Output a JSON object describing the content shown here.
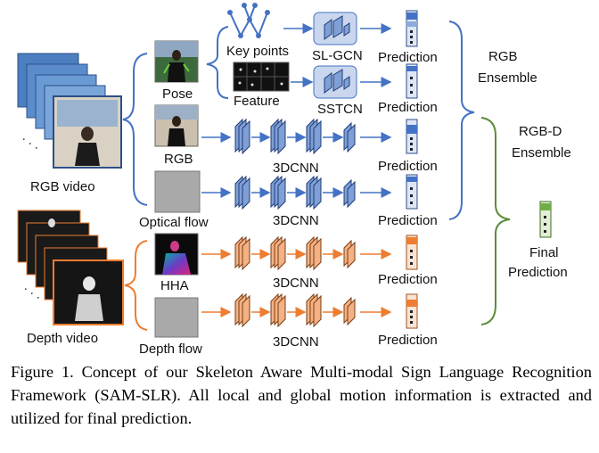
{
  "labels": {
    "rgb_video": "RGB video",
    "depth_video": "Depth video",
    "pose": "Pose",
    "rgb": "RGB",
    "optical_flow": "Optical flow",
    "hha": "HHA",
    "depth_flow": "Depth flow",
    "key_points": "Key points",
    "feature": "Feature",
    "slgcn": "SL-GCN",
    "sstcn": "SSTCN",
    "cnn": "3DCNN",
    "prediction": "Prediction",
    "rgb_ensemble_1": "RGB",
    "rgb_ensemble_2": "Ensemble",
    "rgbd_ensemble_1": "RGB-D",
    "rgbd_ensemble_2": "Ensemble",
    "final_1": "Final",
    "final_2": "Prediction",
    "dots": "·  ·  ·"
  },
  "caption": "Figure 1. Concept of our Skeleton Aware Multi-modal Sign Language Recognition Framework (SAM-SLR). All local and global motion information is extracted and utilized for final prediction.",
  "colors": {
    "blue": "#4472c4",
    "orange": "#ed7d31",
    "green": "#5b8c3a",
    "cnn_blue": "#7f9fd6",
    "cnn_orange": "#f4b183",
    "gcn_bg": "#c9d6ee"
  }
}
